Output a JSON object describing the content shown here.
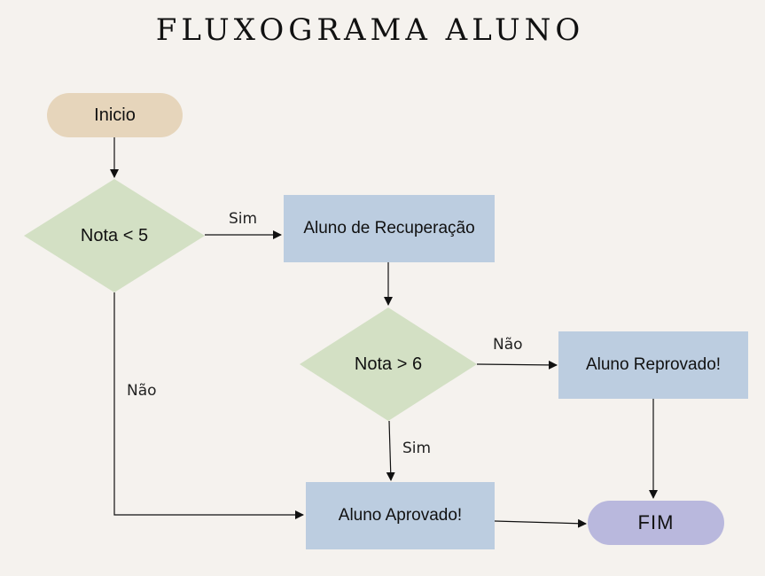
{
  "title": "FLUXOGRAMA ALUNO",
  "nodes": {
    "start": "Inicio",
    "decision1": "Nota < 5",
    "recuperacao": "Aluno de Recuperação",
    "decision2": "Nota > 6",
    "reprovado": "Aluno Reprovado!",
    "aprovado": "Aluno Aprovado!",
    "end": "FIM"
  },
  "edges": {
    "d1_yes": "Sim",
    "d1_no": "Não",
    "d2_no": "Não",
    "d2_yes": "Sim"
  },
  "colors": {
    "background": "#f5f2ee",
    "start": "#e6d5bb",
    "decision": "#d3e0c4",
    "process": "#bccde0",
    "end": "#b9b8dd",
    "line": "#111111"
  }
}
